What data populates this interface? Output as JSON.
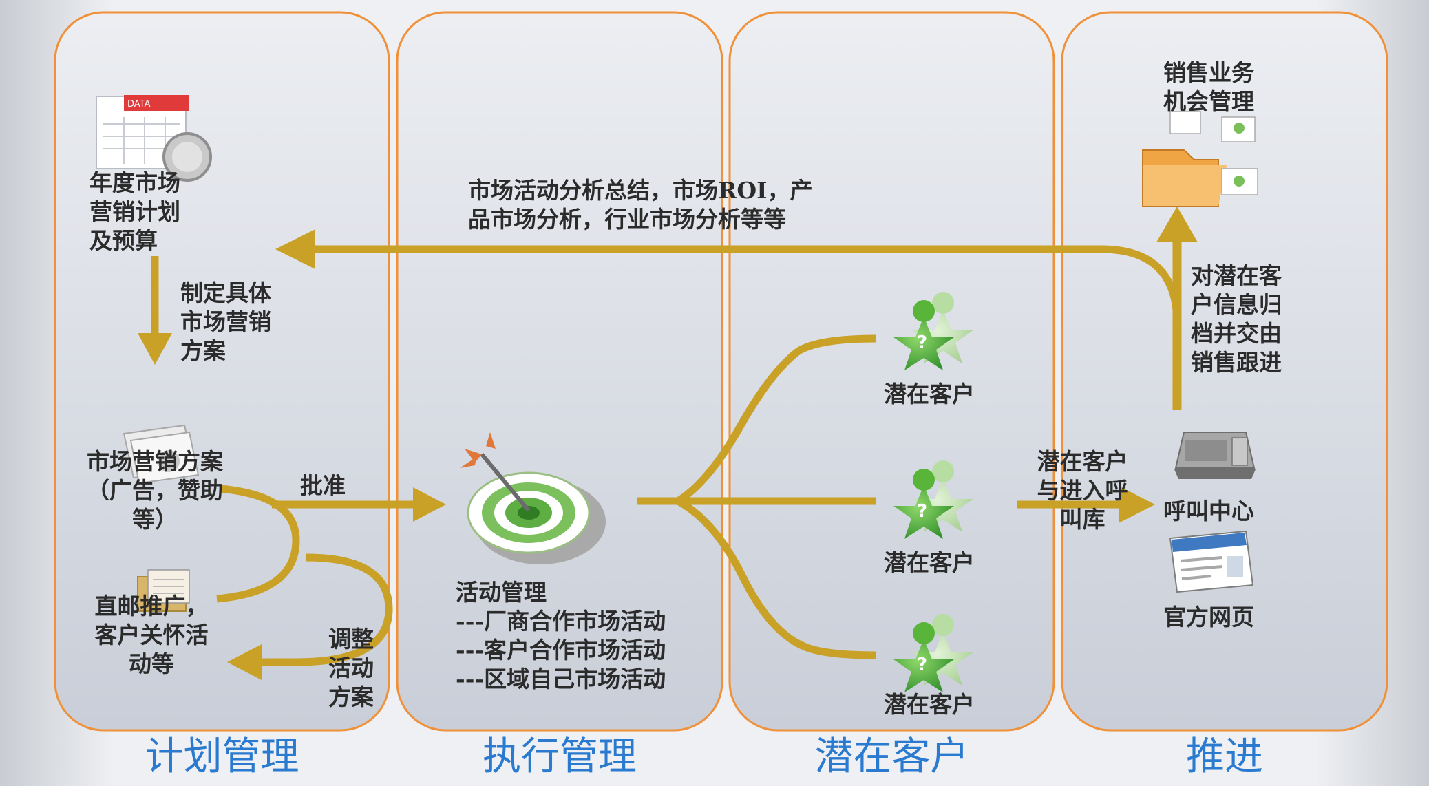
{
  "panels": [
    {
      "id": "plan",
      "label": "计划管理"
    },
    {
      "id": "exec",
      "label": "执行管理"
    },
    {
      "id": "lead",
      "label": "潜在客户"
    },
    {
      "id": "push",
      "label": "推进"
    }
  ],
  "plan": {
    "annual_plan": [
      "年度市场",
      "营销计划",
      "及预算"
    ],
    "data_icon_text": "DATA",
    "make_plan": [
      "制定具体",
      "市场营销",
      "方案"
    ],
    "marketing_plan": [
      "市场营销方案",
      "（广告，赞助",
      "等）"
    ],
    "approve": "批准",
    "direct_mail": [
      "直邮推广，",
      "客户关怀活",
      "动等"
    ],
    "adjust": [
      "调整",
      "活动",
      "方案"
    ]
  },
  "feedback": [
    "市场活动分析总结，市场ROI，产",
    "品市场分析，行业市场分析等等"
  ],
  "exec": {
    "activity_title": "活动管理",
    "activities": [
      "---厂商合作市场活动",
      "---客户合作市场活动",
      "---区域自己市场活动"
    ]
  },
  "leads": [
    "潜在客户",
    "潜在客户",
    "潜在客户"
  ],
  "push": {
    "sales_opportunity": [
      "销售业务",
      "机会管理"
    ],
    "archive": [
      "对潜在客",
      "户信息归",
      "档并交由",
      "销售跟进"
    ],
    "to_call_center": [
      "潜在客户",
      "与进入呼",
      "叫库"
    ],
    "call_center": "呼叫中心",
    "website": "官方网页"
  },
  "colors": {
    "arrow": "#c9a126",
    "panel_border": "#f0913a",
    "label": "#2a7ad0"
  }
}
